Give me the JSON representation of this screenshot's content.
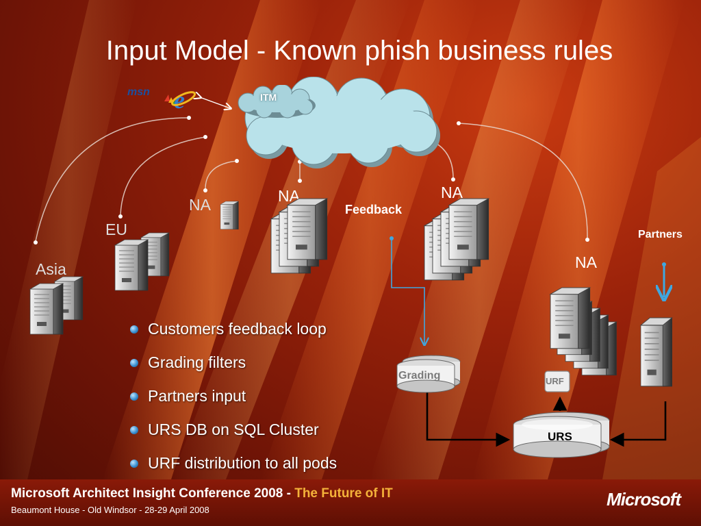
{
  "title": "Input Model - Known phish business rules",
  "regions": {
    "asia": "Asia",
    "eu": "EU",
    "na_small": "NA",
    "na_center": "NA",
    "na_right": "NA",
    "na_far": "NA"
  },
  "cloud": {
    "itm_label": "ITM"
  },
  "logos": {
    "msn": "msn"
  },
  "feedback_label": "Feedback",
  "partners_label": "Partners",
  "grading_label": "Grading",
  "urf_label": "URF",
  "urs_label": "URS",
  "bullets": [
    "Customers feedback loop",
    "Grading filters",
    "Partners input",
    "URS DB on SQL Cluster",
    "URF distribution to all pods"
  ],
  "footer": {
    "title_main": "Microsoft Architect Insight Conference 2008 - ",
    "title_accent": "The Future of IT",
    "subtitle": "Beaumont House - Old Windsor - 28-29 April 2008",
    "logo": "Microsoft"
  },
  "colors": {
    "background": "#8a1c08",
    "cloud_fill": "#b9e2ea",
    "feedback_line": "#3fa7e0",
    "bullet": "#3a8fd0",
    "footer_accent": "#f4b23a"
  }
}
